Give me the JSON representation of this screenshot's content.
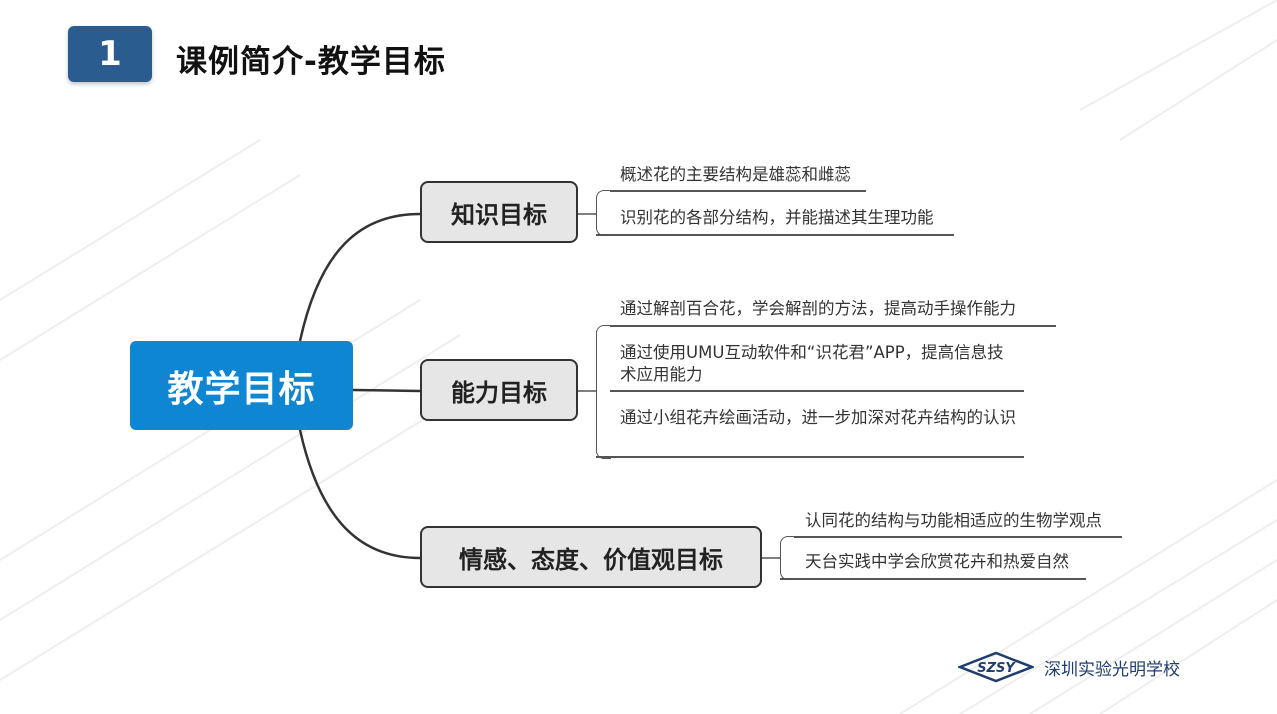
{
  "header": {
    "section_number": "1",
    "title": "课例简介-教学目标"
  },
  "mindmap": {
    "root": "教学目标",
    "branches": [
      {
        "label": "知识目标",
        "items": [
          "概述花的主要结构是雄蕊和雌蕊",
          "识别花的各部分结构，并能描述其生理功能"
        ]
      },
      {
        "label": "能力目标",
        "items": [
          "通过解剖百合花，学会解剖的方法，提高动手操作能力",
          "通过使用UMU互动软件和“识花君”APP，提高信息技术应用能力",
          "通过小组花卉绘画活动，进一步加深对花卉结构的认识"
        ]
      },
      {
        "label": "情感、态度、价值观目标",
        "items": [
          "认同花的结构与功能相适应的生物学观点",
          "天台实践中学会欣赏花卉和热爱自然"
        ]
      }
    ]
  },
  "footer": {
    "logo_mark": "SZSY",
    "school_name": "深圳实验光明学校"
  },
  "colors": {
    "badge": "#2b5c8f",
    "root": "#0f86d2",
    "branch_fill": "#e6e6e6",
    "logo": "#1f3d6e"
  }
}
